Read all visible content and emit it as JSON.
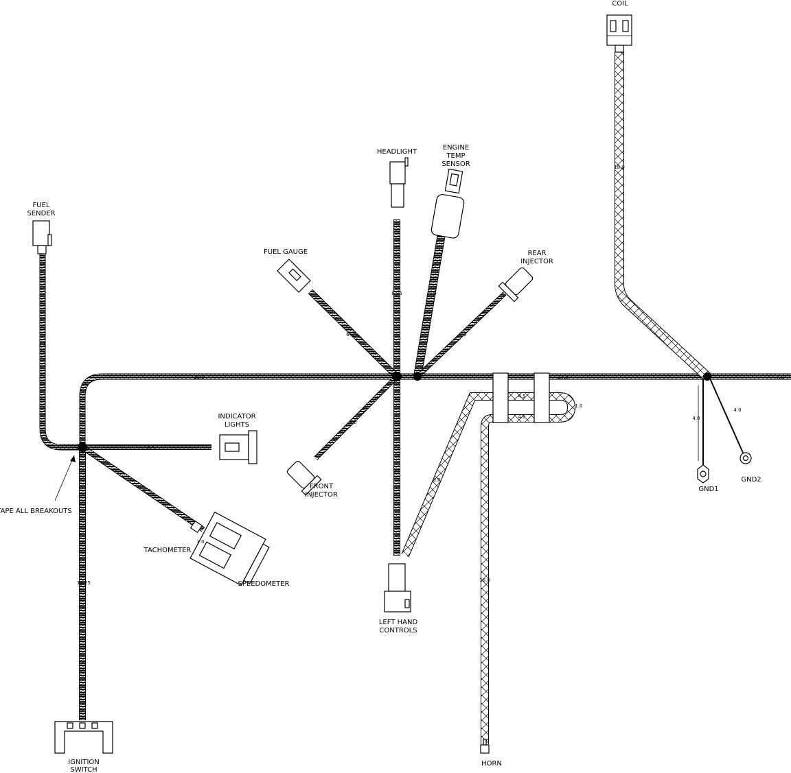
{
  "labels": {
    "coil": "COIL",
    "headlight": "HEADLIGHT",
    "engine_temp_1": "ENGINE",
    "engine_temp_2": "TEMP",
    "engine_temp_3": "SENSOR",
    "fuel_sender_1": "FUEL",
    "fuel_sender_2": "SENDER",
    "fuel_gauge": "FUEL GAUGE",
    "rear_injector_1": "REAR",
    "rear_injector_2": "INJECTOR",
    "indicator_lights_1": "INDICATOR",
    "indicator_lights_2": "LIGHTS",
    "front_injector_1": "FRONT",
    "front_injector_2": "INJECTOR",
    "tape_all_breakouts": "TAPE ALL BREAKOUTS",
    "tachometer": "TACHOMETER",
    "speedometer": "SPEEDOMETER",
    "left_hand_controls_1": "LEFT HAND",
    "left_hand_controls_2": "CONTROLS",
    "ignition_switch_1": "IGNITION",
    "ignition_switch_2": "SWITCH",
    "horn": "HORN",
    "gnd1": "GND1",
    "gnd2": "GND2"
  },
  "dimensions": {
    "coil_branch": "18.0",
    "main_left": "18.0",
    "main_mid": "24.0",
    "main_right": "7.0",
    "fuel_sender": "1.5",
    "headlight": "8.25",
    "engine_temp": "9.0",
    "fuel_gauge": "6.25",
    "rear_injector": "6.0",
    "indicator_lights": "6.5",
    "front_injector": "6.0",
    "tachometer": "7.5",
    "speedometer": "1.0",
    "left_hand_controls": "9.0",
    "loop_branch": "9.0",
    "loop_upper": "4.5",
    "loop_lower": "4.0",
    "loop_height": "1.0",
    "ignition": "13.25",
    "horn": "16.0",
    "gnd1": "4.0",
    "gnd2": "4.0"
  }
}
